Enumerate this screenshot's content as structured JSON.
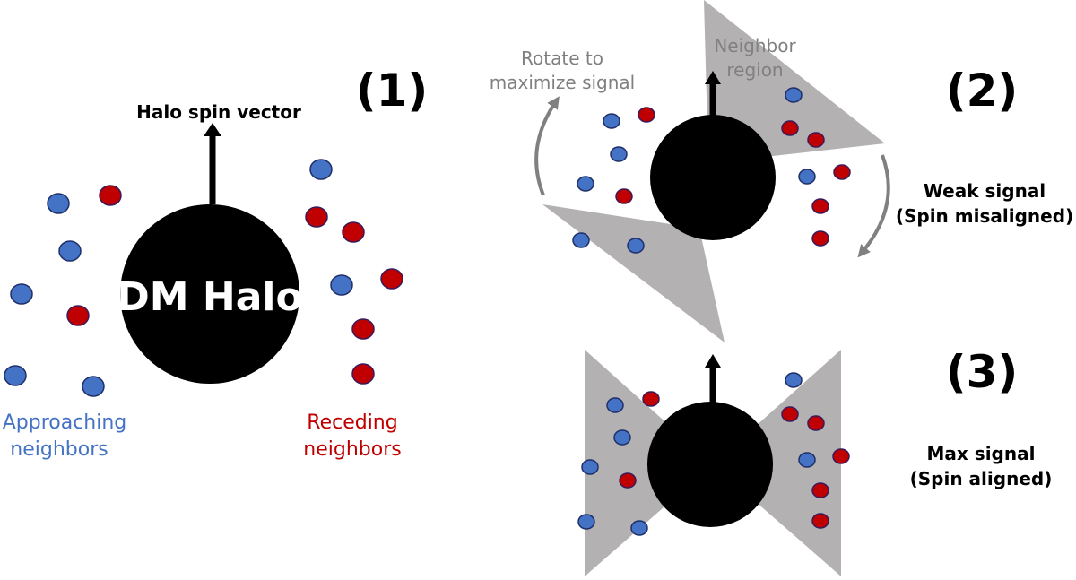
{
  "colors": {
    "approaching": "#4472c4",
    "receding": "#c00000",
    "region": "#b3b1b1",
    "note": "#808080",
    "halo": "#000000"
  },
  "panel1": {
    "number": "(1)",
    "spin_label": "Halo spin vector",
    "halo_label": "DM Halo",
    "approaching_label": [
      "Approaching",
      "neighbors"
    ],
    "receding_label": [
      "Receding",
      "neighbors"
    ]
  },
  "panel2": {
    "number": "(2)",
    "rotate_note": [
      "Rotate to",
      "maximize signal"
    ],
    "region_note": [
      "Neighbor",
      "region"
    ],
    "signal_label": [
      "Weak signal",
      "(Spin misaligned)"
    ]
  },
  "panel3": {
    "number": "(3)",
    "signal_label": [
      "Max signal",
      "(Spin aligned)"
    ]
  }
}
